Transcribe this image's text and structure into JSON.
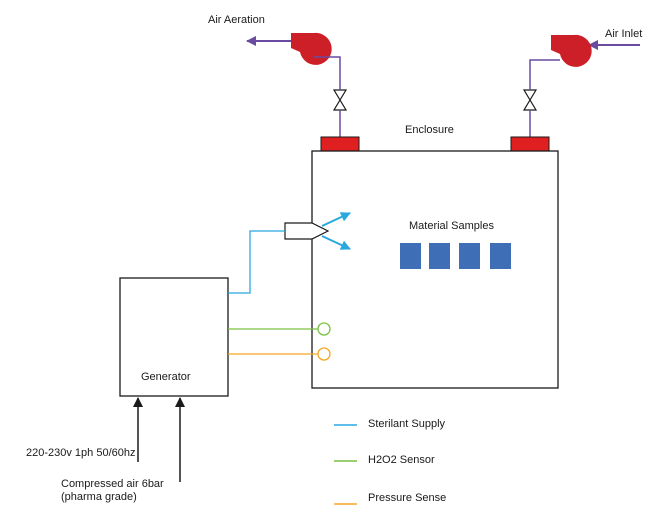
{
  "labels": {
    "air_aeration": "Air Aeration",
    "air_inlet": "Air Inlet",
    "enclosure": "Enclosure",
    "material_samples": "Material Samples",
    "generator": "Generator",
    "power_supply": "220-230v 1ph 50/60hz",
    "compressed_air_line1": "Compressed air 6bar",
    "compressed_air_line2": "(pharma grade)"
  },
  "legend": [
    {
      "label": "Sterilant Supply",
      "color": "#29a8e0"
    },
    {
      "label": "H2O2 Sensor",
      "color": "#7ac142"
    },
    {
      "label": "Pressure Sense",
      "color": "#f5a623"
    }
  ],
  "colors": {
    "fan": "#cc1f27",
    "purple_line": "#6a4ba0",
    "sample": "#3e6fb6",
    "outline": "#1a1a1a"
  },
  "icons": {
    "fan": "blower-fan-icon",
    "valve": "valve-icon",
    "nozzle": "nozzle-icon"
  }
}
